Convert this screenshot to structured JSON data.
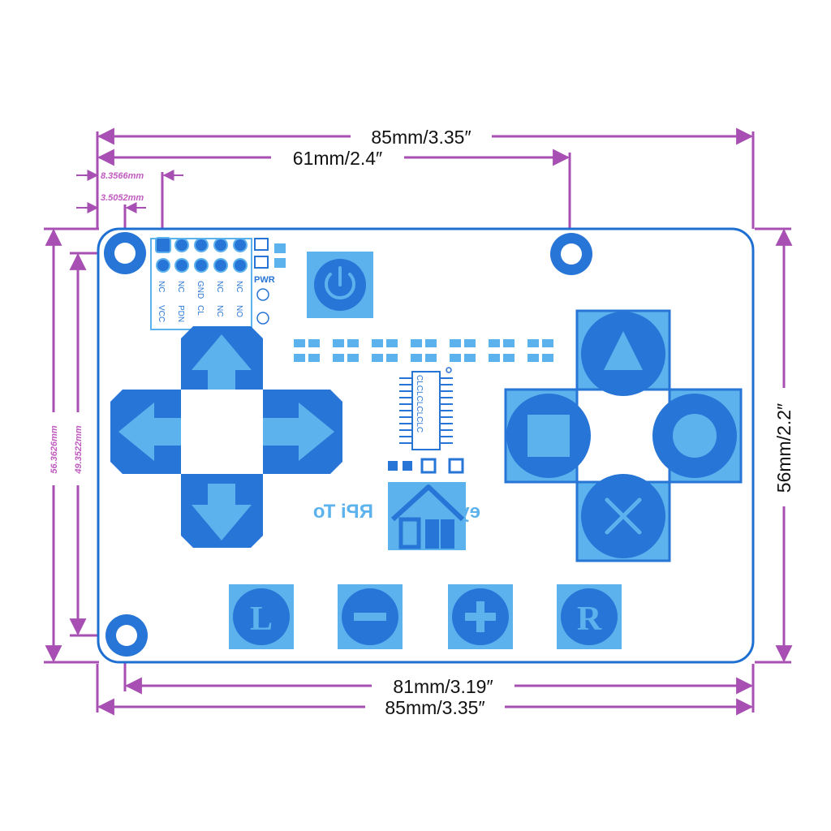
{
  "dimensions": {
    "total_width_top": "85mm/3.35″",
    "hole_spacing": "61mm/2.4″",
    "header_offset": "8.3566mm",
    "hole_offset": "3.5052mm",
    "total_height_left": "56.3626mm",
    "hole_height_left": "49.3522mm",
    "total_height_right": "56mm/2.2″",
    "hole_spacing_bottom": "81mm/3.19″",
    "total_width_bottom": "85mm/3.35″"
  },
  "board": {
    "title": "RPi To",
    "title_tail": "eypad",
    "pin_labels_row1": [
      "NC",
      "NC",
      "GND",
      "NC",
      "NC"
    ],
    "pin_labels_row2": [
      "VCC",
      "PDN",
      "CL",
      "NC",
      "NO"
    ],
    "pwr_label": "PWR",
    "chip_marking": "CLCLCLCLCLC",
    "button_l": "L",
    "button_r": "R",
    "button_minus": "−",
    "button_plus": "+"
  },
  "colors": {
    "board_outline": "#1e6fd2",
    "dark_blue": "#2775d6",
    "light_blue": "#5cb2ec",
    "dimension": "#a84fb3"
  }
}
